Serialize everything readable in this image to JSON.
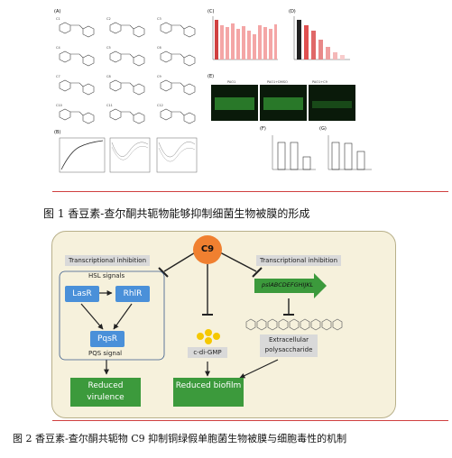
{
  "figure1": {
    "panel_labels": [
      "(A)",
      "(B)",
      "(C)",
      "(D)",
      "(E)",
      "(F)",
      "(G)"
    ],
    "compounds": [
      "C1",
      "C2",
      "C3",
      "C4",
      "C5",
      "C6",
      "C7",
      "C8",
      "C9",
      "C10",
      "C11",
      "C12"
    ],
    "pao1_panels": [
      "PAO1",
      "PAO1+DMSO",
      "PAO1+C9"
    ],
    "caption": "图 1 香豆素-查尔酮共轭物能够抑制细菌生物被膜的形成"
  },
  "figure2": {
    "c9_label": "C9",
    "transcriptional_left": "Transcriptional inhibition",
    "transcriptional_right": "Transcriptional inhibition",
    "hsl_signals": "HSL signals",
    "lasr": "LasR",
    "rhlr": "RhlR",
    "pqsr": "PqsR",
    "pqs_signal": "PQS signal",
    "psl_gene": "pslABCDEFGHIJKL",
    "cdigmp": "c-di-GMP",
    "extracellular": "Extracellular polysaccharide",
    "reduced_virulence": "Reduced virulence",
    "reduced_biofilm": "Reduced biofilm",
    "caption": "图 2 香豆素-查尔酮共轭物 C9 抑制铜绿假单胞菌生物被膜与细胞毒性的机制"
  },
  "colors": {
    "accent_red": "#d04040",
    "bar_pink": "#f4a6a6",
    "box_blue": "#4a90d9",
    "green": "#3c9a3c",
    "orange": "#f08030",
    "yellow": "#f5c800",
    "panel_bg": "#f6f1dc"
  }
}
